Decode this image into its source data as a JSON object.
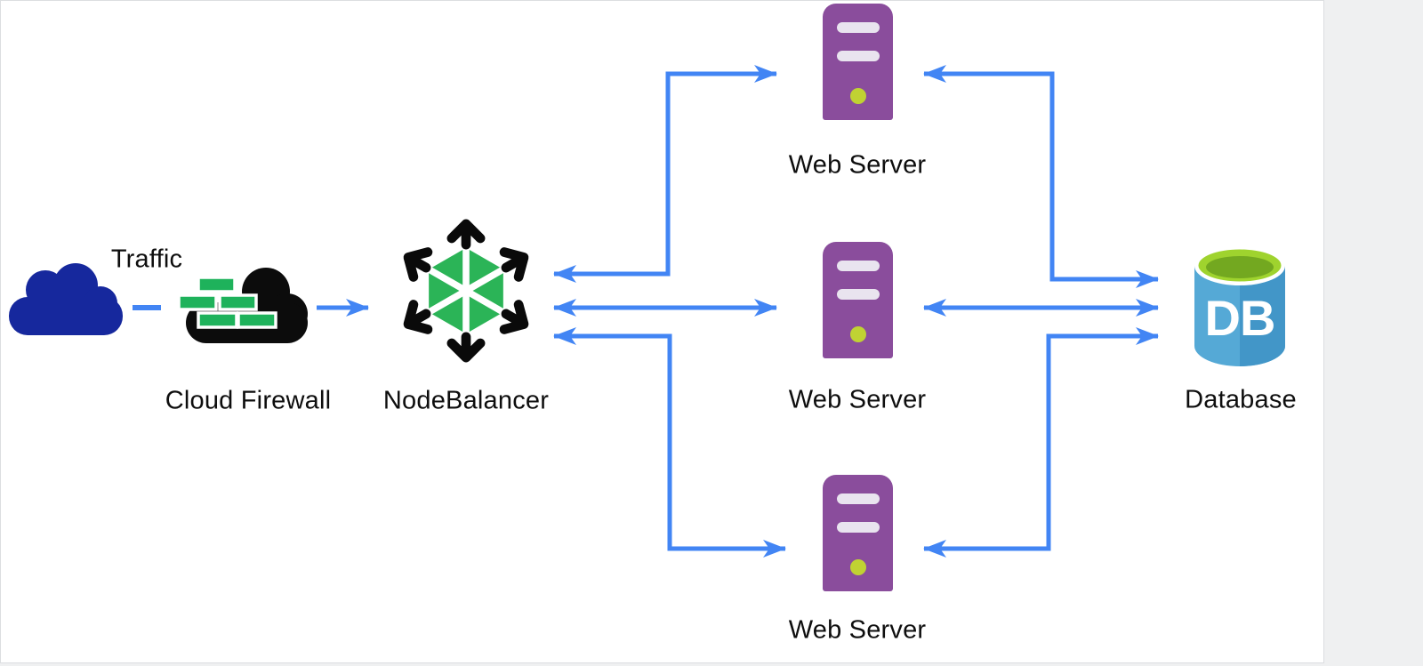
{
  "diagram": {
    "description": "Load balancing architecture diagram",
    "nodes": {
      "traffic": {
        "label": "Traffic",
        "icon": "cloud-icon"
      },
      "cloud_firewall": {
        "label": "Cloud Firewall",
        "icon": "firewall-cloud-brick-icon"
      },
      "nodebalancer": {
        "label": "NodeBalancer",
        "icon": "nodebalancer-hexagon-icon"
      },
      "web_server_1": {
        "label": "Web Server",
        "icon": "server-tower-icon"
      },
      "web_server_2": {
        "label": "Web Server",
        "icon": "server-tower-icon"
      },
      "web_server_3": {
        "label": "Web Server",
        "icon": "server-tower-icon"
      },
      "database": {
        "label": "Database",
        "icon": "database-cylinder-icon",
        "icon_text": "DB"
      }
    },
    "edges": [
      {
        "from": "traffic",
        "to": "cloud_firewall",
        "style": "dash"
      },
      {
        "from": "cloud_firewall",
        "to": "nodebalancer",
        "style": "arrow"
      },
      {
        "from": "nodebalancer",
        "to": "web_server_1",
        "style": "bidirectional-elbow"
      },
      {
        "from": "nodebalancer",
        "to": "web_server_2",
        "style": "bidirectional-straight"
      },
      {
        "from": "nodebalancer",
        "to": "web_server_3",
        "style": "bidirectional-elbow"
      },
      {
        "from": "web_server_1",
        "to": "database",
        "style": "bidirectional-elbow"
      },
      {
        "from": "web_server_2",
        "to": "database",
        "style": "bidirectional-straight"
      },
      {
        "from": "web_server_3",
        "to": "database",
        "style": "bidirectional-elbow"
      }
    ],
    "colors": {
      "arrow_blue": "#4285f4",
      "traffic_cloud_navy": "#16289d",
      "firewall_cloud_black": "#0c0c0c",
      "brick_green": "#1eb25b",
      "nodebalancer_green": "#2bb457",
      "nodebalancer_arrow_black": "#0a0a0a",
      "server_purple": "#8a4d9c",
      "server_led_green": "#c0d233",
      "server_slot_gray": "#e9e4ef",
      "database_blue_light": "#55a9d6",
      "database_blue_dark": "#4296c8",
      "database_top_lime": "#9fd32e",
      "database_top_green": "#73a820",
      "label_text": "#0e0e0e",
      "page_background": "#eff0f1",
      "canvas_background": "#ffffff"
    }
  }
}
